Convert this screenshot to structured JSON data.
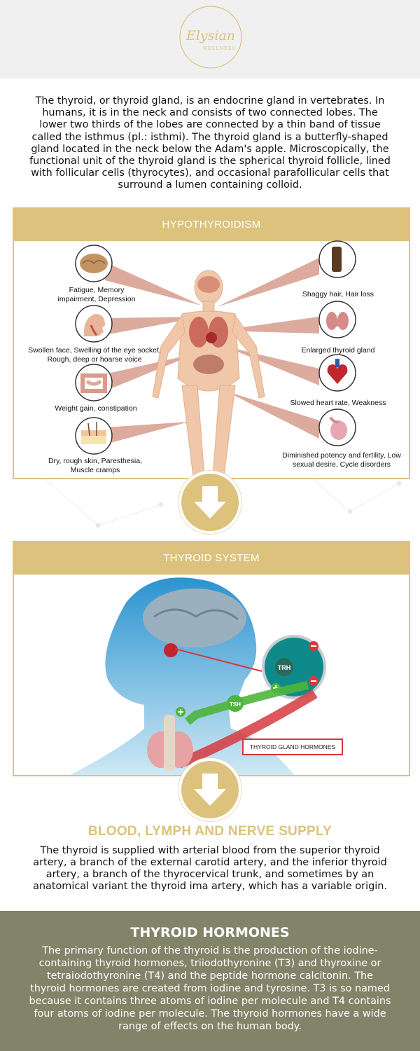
{
  "brand": {
    "logo_script": "Elysian",
    "logo_sub": "WELLNESS",
    "color": "#dcc27c"
  },
  "intro": "The thyroid, or thyroid gland, is an endocrine gland in vertebrates. In humans, it is in the neck and consists of two connected lobes. The lower two thirds of the lobes are connected by a thin band of tissue called the isthmus (pl.: isthmi). The thyroid gland is a butterfly-shaped gland located in the neck below the Adam's apple. Microscopically, the functional unit of the thyroid gland is the spherical thyroid follicle, lined with follicular cells (thyrocytes), and occasional parafollicular cells that surround a lumen containing colloid.",
  "hypothyroidism": {
    "title": "HYPOTHYROIDISM",
    "left_symptoms": [
      "Fatigue, Memory impairment, Depression",
      "Swollen face, Swelling of the eye socket, Rough, deep or hoarse voice",
      "Weight gain, constipation",
      "Dry, rough skin, Paresthesia, Muscle cramps"
    ],
    "right_symptoms": [
      "Shaggy hair, Hair loss",
      "Enlarged thyroid gland",
      "Slowed heart rate, Weakness",
      "Diminished potency and fertility, Low sexual desire, Cycle disorders"
    ]
  },
  "thyroid_system": {
    "title": "THYROID SYSTEM",
    "labels": {
      "trh": "TRH",
      "tsh": "TSH",
      "hormones": "THYROID GLAND HORMONES"
    }
  },
  "blood": {
    "title": "BLOOD, LYMPH AND NERVE SUPPLY",
    "text": "The thyroid is supplied with arterial blood from the superior thyroid artery, a branch of the external carotid artery, and the inferior thyroid artery, a branch of the thyrocervical trunk, and sometimes by an anatomical variant the thyroid ima artery, which has a variable origin."
  },
  "hormones": {
    "title": "THYROID HORMONES",
    "text": "The primary function of the thyroid is the production of the iodine-containing thyroid hormones, triiodothyronine (T3) and thyroxine or tetraiodothyronine (T4) and the peptide hormone calcitonin. The thyroid hormones are created from iodine and tyrosine. T3 is so named because it contains three atoms of iodine per molecule and T4 contains four atoms of iodine per molecule. The thyroid hormones have a wide range of effects on the human body."
  }
}
